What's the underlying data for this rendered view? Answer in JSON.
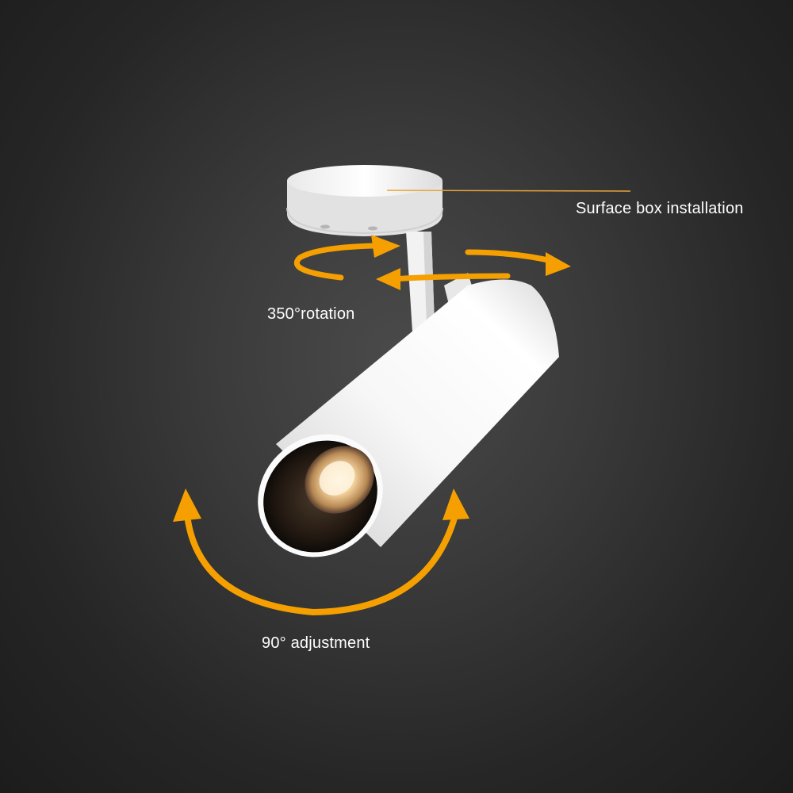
{
  "labels": {
    "surface_box": "Surface box installation",
    "rotation": "350°rotation",
    "adjustment": "90° adjustment"
  },
  "colors": {
    "accent_arrow": "#f5a000",
    "leader_line": "#e8a53a",
    "fixture_white": "#f4f4f4",
    "background": "#333333"
  },
  "icons": {
    "rotation_arrows": "curved-rotation-arrows-icon",
    "adjustment_arrow": "curved-double-arrow-icon"
  }
}
